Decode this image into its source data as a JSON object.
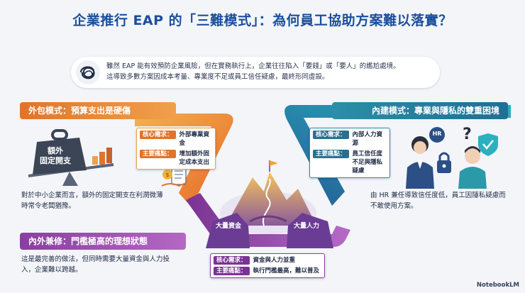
{
  "title": "企業推行 EAP 的「三難模式」：為何員工協助方案難以落實？",
  "intro": {
    "line1": "雖然 EAP 能有效預防企業風險，但在實務執行上，企業往往陷入「要錢」或「要人」的尷尬處境。",
    "line2": "這導致多數方案因成本考量、專業度不足或員工信任疑慮，最終形同虛設。"
  },
  "outsourcing": {
    "banner": "外包模式：預算支出是硬傷",
    "weight_line1": "額外",
    "weight_line2": "固定開支",
    "core_label": "核心需求：",
    "core_value": "外部專業資金",
    "pain_label": "主要痛點：",
    "pain_value": "增加額外固定成本支出",
    "desc": "對於中小企業而言，額外的固定開支在利潤微薄時常令老闆猶豫。"
  },
  "inhouse": {
    "banner": "內建模式：專業與隱私的雙重困境",
    "core_label": "核心需求：",
    "core_value": "內部人力資源",
    "pain_label": "主要痛點：",
    "pain_value": "員工信任度不足與隱私疑慮",
    "hr_badge": "HR",
    "desc": "由 HR 兼任導致信任度低，員工因隱私疑慮而不敢使用方案。"
  },
  "hybrid": {
    "banner": "內外兼修：門檻極高的理想狀態",
    "desc": "這是最完善的做法，但同時需要大量資金與人力投入，企業難以跨越。",
    "core_label": "核心需求：",
    "core_value": "資金與人力並重",
    "pain_label": "主要痛點：",
    "pain_value": "執行門檻最高，難以普及",
    "mountain_left": "大量資金",
    "mountain_right": "大量人力"
  },
  "brand": "NotebookLM",
  "colors": {
    "outsourcing": "#e0742a",
    "inhouse": "#2b8fa6",
    "hybrid": "#8a3fa0",
    "title": "#1b4f9c"
  }
}
